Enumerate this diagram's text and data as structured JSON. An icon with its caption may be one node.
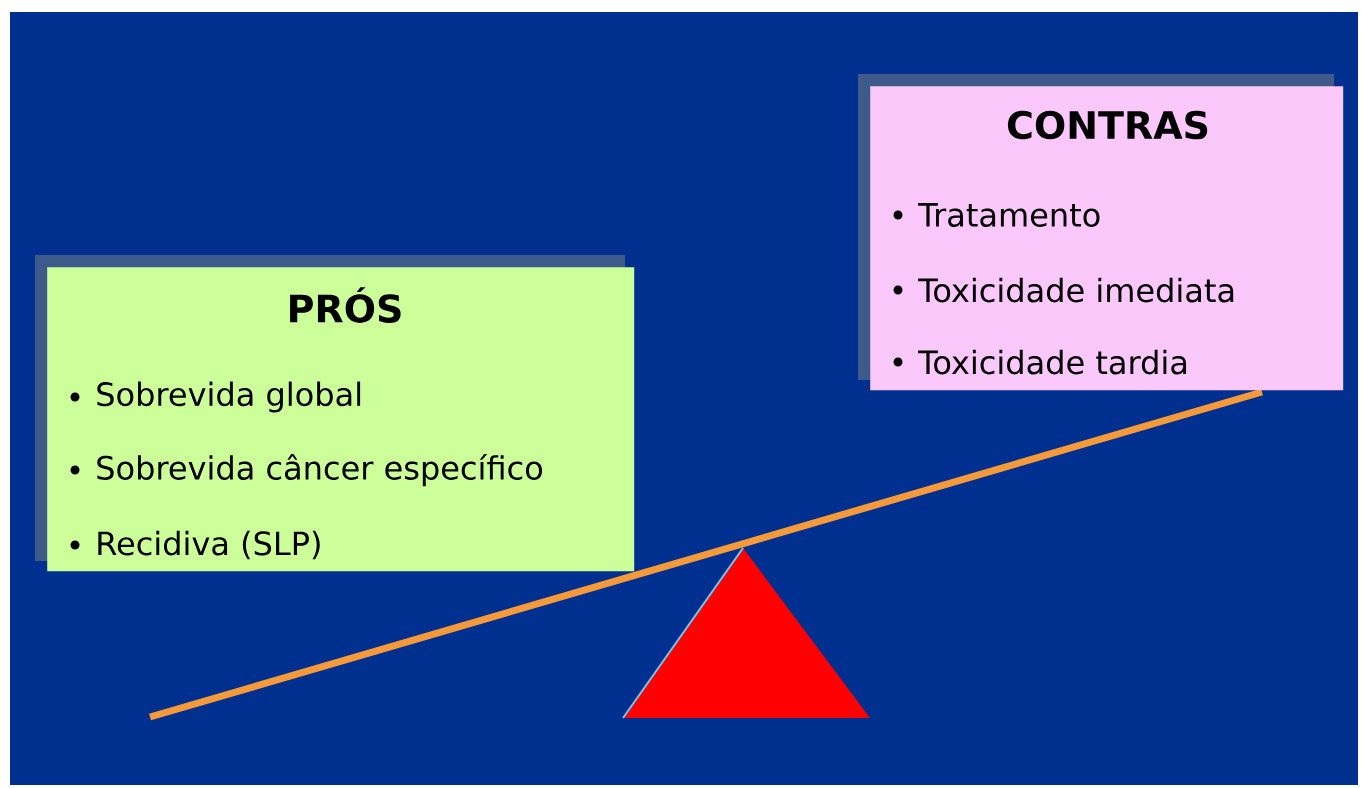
{
  "diagram": {
    "nodes": [
      {
        "text": [
          "PRÓS",
          "Sobrevida global",
          "Sobrevida câncer específico",
          "Recidiva (SLP)"
        ]
      },
      {
        "text": [
          "CONTRAS",
          "Tratamento",
          "Toxicidade imediata",
          "Toxicidade tardia"
        ]
      }
    ]
  }
}
